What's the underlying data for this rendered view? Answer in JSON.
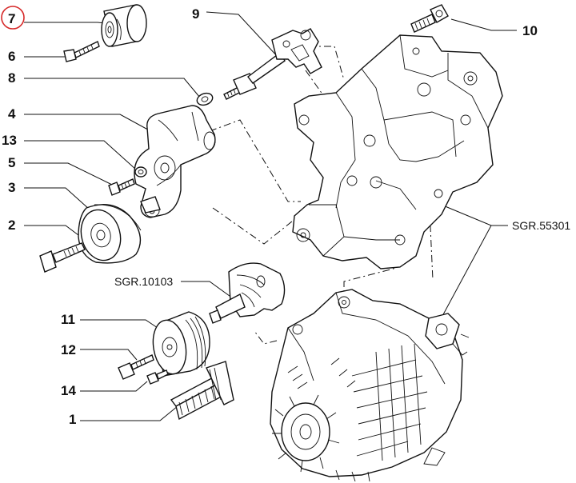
{
  "diagram": {
    "highlight_color": "#d62828",
    "highlighted_callout": "7",
    "callouts": {
      "c1": "1",
      "c2": "2",
      "c3": "3",
      "c4": "4",
      "c5": "5",
      "c6": "6",
      "c7": "7",
      "c8": "8",
      "c9": "9",
      "c10": "10",
      "c11": "11",
      "c12": "12",
      "c13": "13",
      "c14": "14"
    },
    "references": {
      "sgr_55301": "SGR.55301",
      "sgr_10103": "SGR.10103"
    }
  }
}
